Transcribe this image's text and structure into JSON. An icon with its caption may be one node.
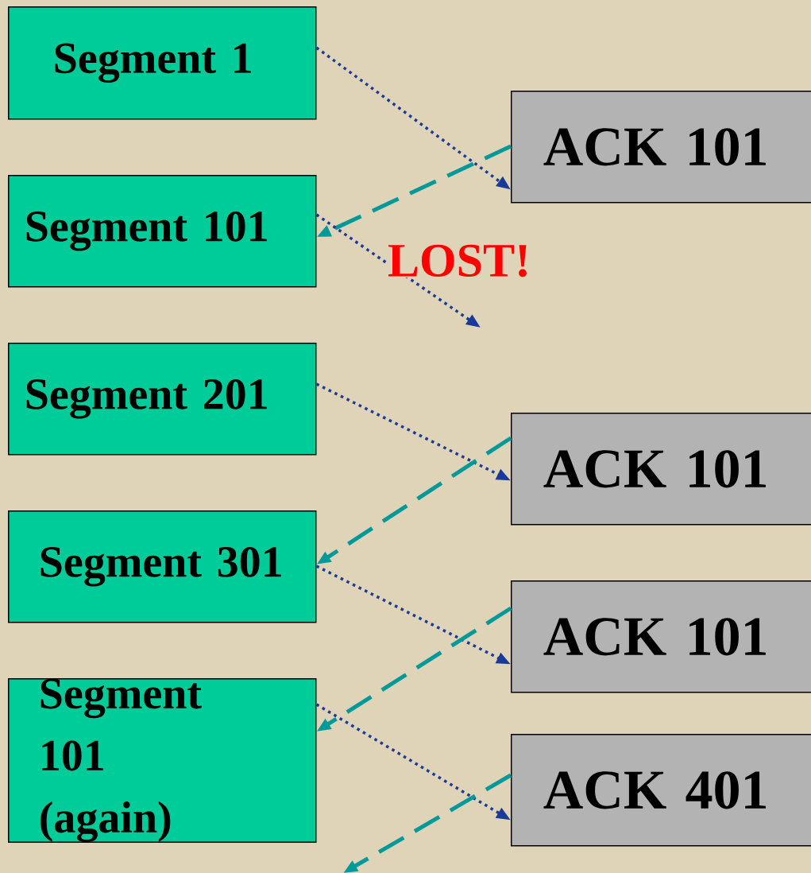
{
  "diagram": {
    "nodes": [
      {
        "text": [
          "Segment 1"
        ]
      },
      {
        "text": [
          "Segment 101"
        ]
      },
      {
        "text": [
          "Segment 201"
        ]
      },
      {
        "text": [
          "Segment 301"
        ]
      },
      {
        "text": [
          "Segment 101 (again)"
        ]
      },
      {
        "text": [
          "ACK 101"
        ]
      },
      {
        "text": [
          "ACK 101"
        ]
      },
      {
        "text": [
          "ACK 101"
        ]
      },
      {
        "text": [
          "ACK 401"
        ]
      }
    ],
    "edges": [
      {
        "from": 0,
        "to": 5,
        "arrow": "to"
      },
      {
        "from": 5,
        "to": 1,
        "arrow": "to",
        "style": "dashed",
        "color": "#009999"
      },
      {
        "from": 1,
        "to": null,
        "arrow": "to",
        "label": "LOST!"
      },
      {
        "from": 2,
        "to": 6,
        "arrow": "to"
      },
      {
        "from": 6,
        "to": 3,
        "arrow": "to",
        "style": "dashed",
        "color": "#009999"
      },
      {
        "from": 3,
        "to": 7,
        "arrow": "to"
      },
      {
        "from": 7,
        "to": 4,
        "arrow": "to",
        "style": "dashed",
        "color": "#009999"
      },
      {
        "from": 4,
        "to": 8,
        "arrow": "to"
      },
      {
        "from": 8,
        "to": null,
        "arrow": "to",
        "style": "dashed",
        "color": "#009999"
      }
    ]
  }
}
